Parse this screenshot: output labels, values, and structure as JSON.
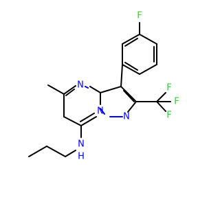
{
  "atoms": {
    "f_para": "F",
    "n4": "N",
    "n_bridge": "N",
    "n1": "N",
    "cf3_f_top": "F",
    "cf3_f_right": "F",
    "cf3_f_bottom": "F",
    "nh_n": "N",
    "nh_h": "H"
  },
  "colors": {
    "bond": "#000000",
    "nitrogen": "#0000ff",
    "fluorine": "#33cc33",
    "background": "#ffffff"
  }
}
